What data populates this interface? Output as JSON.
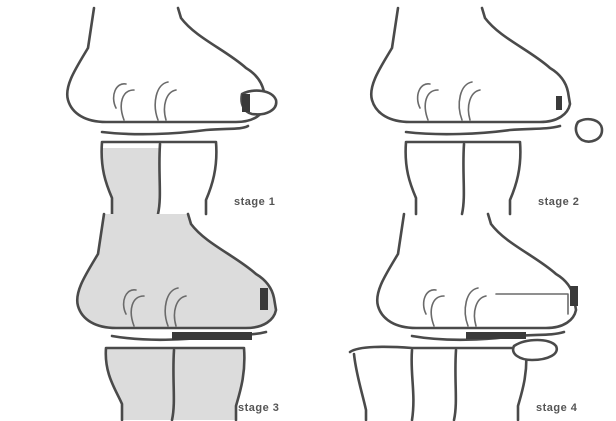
{
  "panels": [
    {
      "label": "stage 1",
      "femur_shaded": false,
      "tibia_shaded": "medial",
      "loose_body": "attached"
    },
    {
      "label": "stage 2",
      "femur_shaded": false,
      "tibia_shaded": "none",
      "loose_body": "partial"
    },
    {
      "label": "stage 3",
      "femur_shaded": true,
      "tibia_shaded": "both",
      "loose_body": "in-situ"
    },
    {
      "label": "stage 4",
      "femur_shaded": false,
      "tibia_shaded": "none",
      "loose_body": "displaced"
    }
  ],
  "colors": {
    "line": "#4a4a4a",
    "shade": "#dcdcdc",
    "label": "#555555"
  }
}
